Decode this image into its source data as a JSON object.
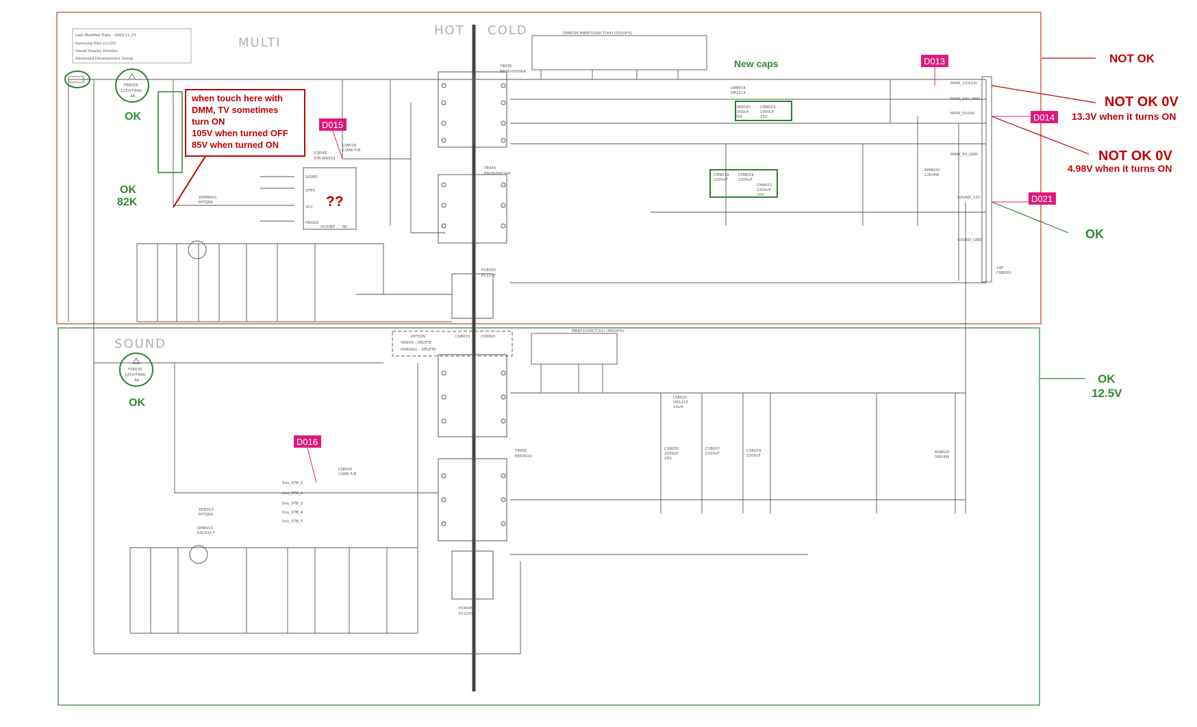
{
  "header": {
    "modified": "Last Modified Date : 2002.11.23",
    "company": "Samsung Elec.Co.LTD",
    "division": "Visual Display Division",
    "group": "Advanced Development Group"
  },
  "sections": {
    "multi": "MULTI",
    "sound": "SOUND",
    "hot": "HOT",
    "cold": "COLD"
  },
  "annotations": {
    "warning_lines": [
      "when touch here with",
      "DMM, TV sometimes",
      "turn ON",
      "105V when turned OFF",
      "85V when turned ON"
    ],
    "unknown": "??",
    "new_caps": "New caps",
    "fuse_multi_ok": "OK",
    "resistor_ok": "OK",
    "resistor_value": "82K",
    "fuse_sound_ok": "OK",
    "main12v_status": "NOT OK",
    "d014_status": "NOT OK 0V",
    "d014_note": "13.3V when it turns ON",
    "d014b_status": "NOT OK 0V",
    "d014b_note": "4.98V when it turns ON",
    "sound12v_status": "OK",
    "sound_section_status": "OK",
    "sound_section_value": "12.5V"
  },
  "refs": {
    "d013": "D013",
    "d014": "D014",
    "d015": "D015",
    "d016": "D016",
    "d021": "D021"
  },
  "parts": {
    "fuse_multi": "FB8025",
    "fuse_multi_rating": "125V/T4AG",
    "fuse_multi_amp": "4A",
    "fuse_sound": "FS8035",
    "fuse_sound_rating": "125V/T4AG",
    "fuse_sound_amp": "4A",
    "ic": "IC8045",
    "ic_model": "STR-W6053",
    "ic_pin1": "S/GND",
    "ic_pin2": "OTFC",
    "ic_pin4": "VCC",
    "ic_pin5": "FB/OLP",
    "ic_pin6": "OCP/BD",
    "ic_pin7": "NC",
    "t_multi": "T8035",
    "t_multi_pn": "BN26-00006A",
    "t_multi2": "T8045",
    "t_multi2_pn": "BN26-00010A",
    "t_sound": "T8065",
    "t_sound_pn": "EER3019",
    "pc_multi": "PC8035",
    "pc_multi_pn": "PC123Y",
    "pc_sound": "PC8045",
    "pc_sound_pn": "PC123Y",
    "cm8020": "CM8020",
    "cm8020_val": "1000uF",
    "cm8020_v": "25V",
    "cm8023": "CM8023",
    "cm8023_val": "1000uF",
    "cm8023_v": "25V",
    "cm8016": "CM8016",
    "cm8016_val": "2200uF",
    "cm8019": "CM8019",
    "cm8019_val": "2200uF",
    "cm8021": "CM8021",
    "cm8021_val": "2200uF",
    "cm_v": "16V",
    "lm8018": "LM8018",
    "lm8018_val": "DR1215",
    "rm8020": "RM8020",
    "rm8020_val": "120/4W",
    "cs8055": "CS8055",
    "cs8055_val": "2200uF",
    "cs8057": "CS8057",
    "cs8057_val": "2200uF",
    "cs8059": "CS8059",
    "cs8059_val": "2200uF",
    "cs_v": "25V",
    "rs8020": "RS8020",
    "rs8020_val": "560/4W",
    "ls8020": "LS8020",
    "ls8020_val": "DR1215",
    "ls8020_ind": "10uH",
    "zd8013": "ZD8013",
    "zd8013_val": "MTZJ8A",
    "qm8013": "QM8013",
    "qm8013_val": "KSC815-Y",
    "zd8001": "ZDM8001",
    "zd8001_val": "MTZJ8A",
    "l8020": "LS8020",
    "l8020_val": "CORE-F/B",
    "ls8016": "LS8016",
    "ls8016_val": "CORE-F/B",
    "option_title": "OPTION",
    "option_l1": "VENUS : DELETE",
    "option_l2": "OVASALL : DELETE",
    "cs8033": "CS8033",
    "cs8045": "CS8045"
  },
  "connector": {
    "pins": [
      "MAIN_12V(14)",
      "MAIN_12V_GND",
      "MAIN_5V(0A)",
      "",
      "",
      "",
      "MAIN_5V_GND",
      "",
      "",
      "SOUND_12V",
      "",
      "",
      "SOUND_GND"
    ],
    "name": "CN8001",
    "desc": "14P"
  },
  "diode_groups": {
    "multi": "DM8036 MBRF1030CT(X4) (55V/4*5)",
    "sound": "MBRF1030CT(X2) (45V/4*5)"
  },
  "sound_labels": [
    "Snu_STB_1",
    "Snu_STB_2",
    "Snu_STB_3",
    "Snu_STB_4",
    "Snu_STB_5"
  ],
  "colors": {
    "box_multi": "#c0392b",
    "box_sound": "#2e7d32",
    "ref": "#e0197c",
    "annot_red": "#c00000",
    "annot_green": "#2e8b2e",
    "wire": "#555555"
  }
}
